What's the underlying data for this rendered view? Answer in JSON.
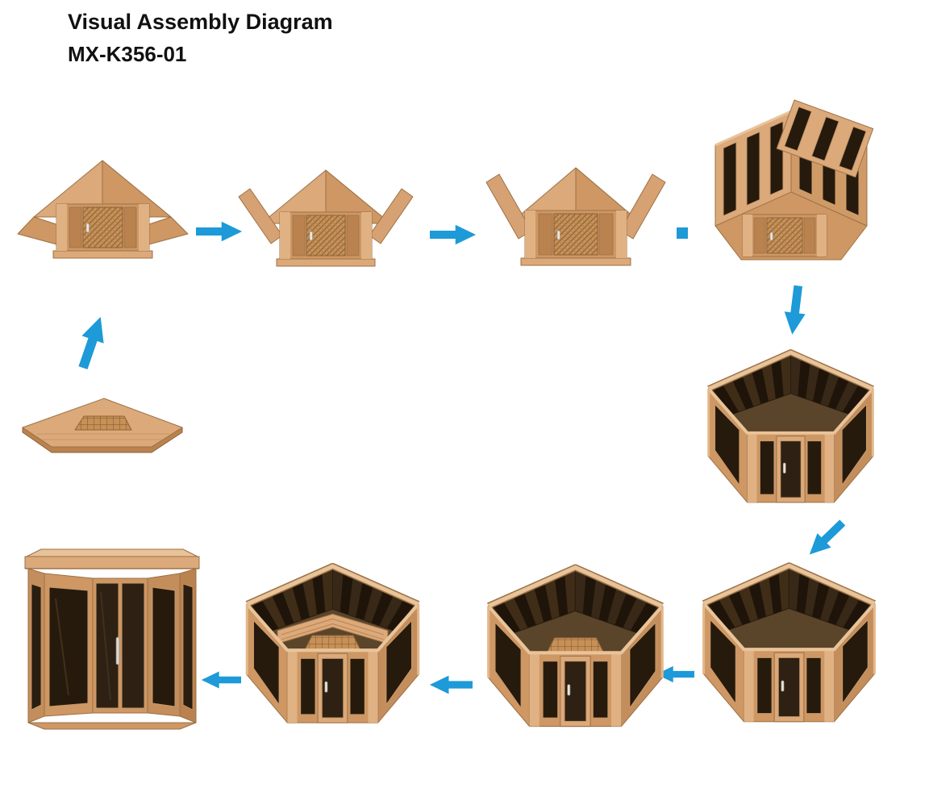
{
  "header": {
    "title": "Visual Assembly Diagram",
    "model": "MX-K356-01"
  },
  "colors": {
    "arrow_blue": "#1D9AD7",
    "wood_light": "#DCA97A",
    "wood_mid": "#CE9763",
    "wood_dark": "#B9824F",
    "glass_dark": "#261A0D",
    "background": "#FFFFFF"
  },
  "steps": [
    {
      "order": 1,
      "name": "floor-base-panel",
      "depicts": "pentagonal floor panel with vent grid"
    },
    {
      "order": 2,
      "name": "front-wall-on-floor",
      "depicts": "front door wall upright, side panels flat"
    },
    {
      "order": 3,
      "name": "side-panels-raised",
      "depicts": "side panels tilted upward"
    },
    {
      "order": 4,
      "name": "side-panels-vertical",
      "depicts": "side panels nearly vertical, spread wide"
    },
    {
      "order": 5,
      "name": "rear-walls-installed",
      "depicts": "rear walls standing, last panel being lowered"
    },
    {
      "order": 6,
      "name": "wall-shell-complete",
      "depicts": "all wall panels joined, open top"
    },
    {
      "order": 7,
      "name": "interior-exposed",
      "depicts": "assembled shell with interior visible"
    },
    {
      "order": 8,
      "name": "interior-floorboard",
      "depicts": "floor board placed inside"
    },
    {
      "order": 9,
      "name": "interior-bench",
      "depicts": "corner bench installed"
    },
    {
      "order": 10,
      "name": "finished-sauna",
      "depicts": "completed corner sauna with glass doors and roof"
    }
  ],
  "arrows": [
    {
      "name": "arrow-1",
      "direction": "right"
    },
    {
      "name": "arrow-2",
      "direction": "right"
    },
    {
      "name": "arrow-3",
      "direction": "right-small"
    },
    {
      "name": "arrow-4",
      "direction": "down"
    },
    {
      "name": "arrow-5",
      "direction": "down-left"
    },
    {
      "name": "arrow-6",
      "direction": "left"
    },
    {
      "name": "arrow-7",
      "direction": "left"
    },
    {
      "name": "arrow-8",
      "direction": "left"
    },
    {
      "name": "arrow-9",
      "direction": "up"
    }
  ]
}
